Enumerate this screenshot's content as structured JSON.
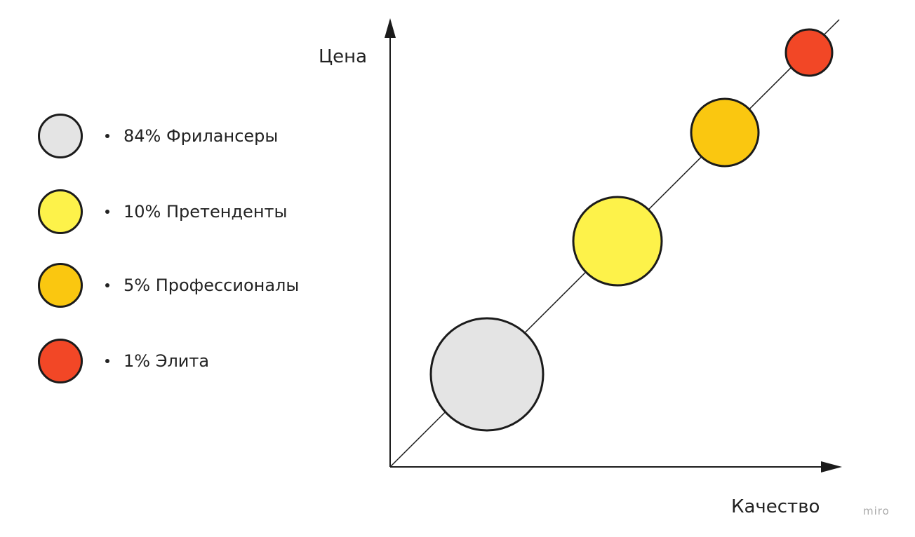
{
  "diagram": {
    "axes": {
      "y_label": "Цена",
      "x_label": "Качество"
    },
    "legend": [
      {
        "label": "84% Фриланcеры",
        "color": "#e4e4e4"
      },
      {
        "label": "10% Претенденты",
        "color": "#fdf24a"
      },
      {
        "label": "5% Профессионалы",
        "color": "#fac710"
      },
      {
        "label": "1% Элита",
        "color": "#f24726"
      }
    ],
    "bubbles": [
      {
        "name": "Фрилансеры",
        "share": 84,
        "color": "#e4e4e4"
      },
      {
        "name": "Претенденты",
        "share": 10,
        "color": "#fdf24a"
      },
      {
        "name": "Профессионалы",
        "share": 5,
        "color": "#fac710"
      },
      {
        "name": "Элита",
        "share": 1,
        "color": "#f24726"
      }
    ],
    "stroke_color": "#1b1b1b"
  },
  "watermark": "miro"
}
